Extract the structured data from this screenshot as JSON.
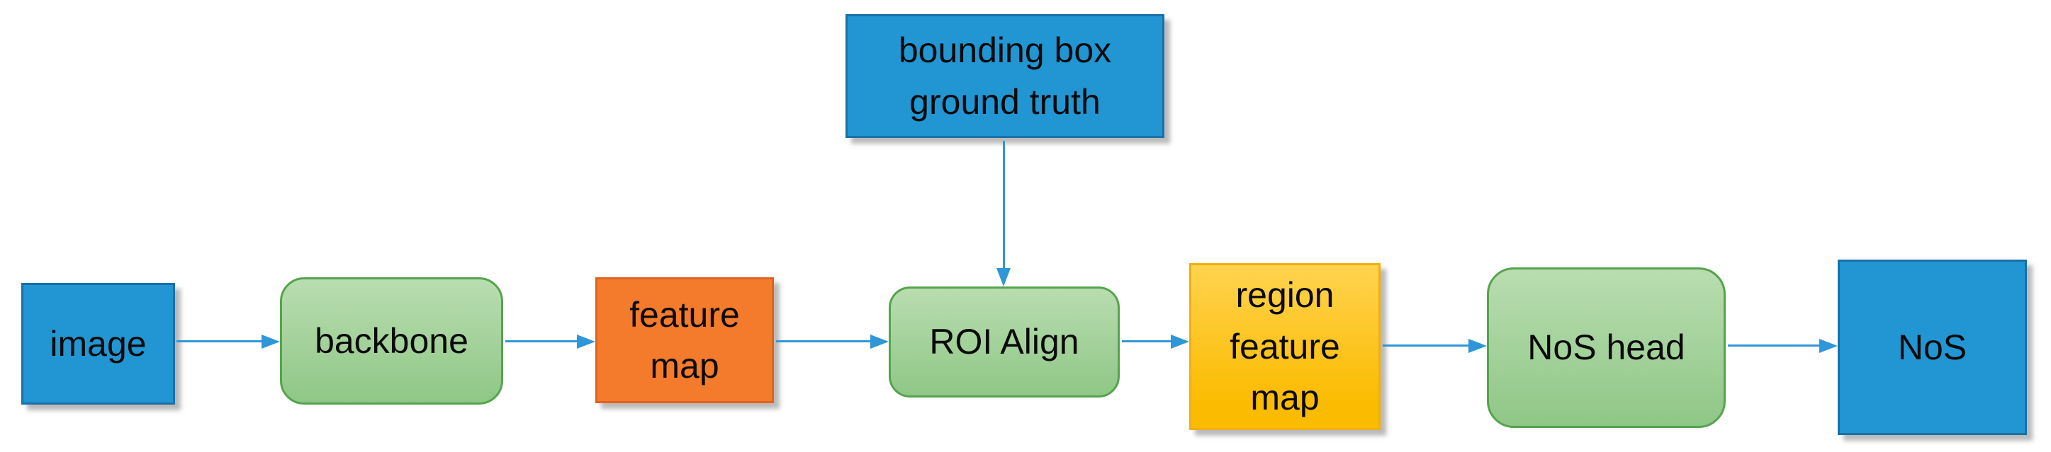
{
  "diagram": {
    "title": "NoS prediction pipeline flowchart",
    "nodes": {
      "image": {
        "label": "image",
        "shape": "rectangle",
        "color": "blue"
      },
      "backbone": {
        "label": "backbone",
        "shape": "rounded-rectangle",
        "color": "green"
      },
      "feature_map": {
        "label": "feature map",
        "shape": "rectangle",
        "color": "orange"
      },
      "bbox_ground_truth": {
        "label": "bounding box ground truth",
        "shape": "rectangle",
        "color": "blue"
      },
      "roi_align": {
        "label": "ROI Align",
        "shape": "rounded-rectangle",
        "color": "green"
      },
      "region_feature_map": {
        "label": "region feature map",
        "shape": "rectangle",
        "color": "yellow"
      },
      "nos_head": {
        "label": "NoS head",
        "shape": "rounded-rectangle",
        "color": "green"
      },
      "nos": {
        "label": "NoS",
        "shape": "rectangle",
        "color": "blue"
      }
    },
    "edges": [
      {
        "from": "image",
        "to": "backbone",
        "direction": "right"
      },
      {
        "from": "backbone",
        "to": "feature_map",
        "direction": "right"
      },
      {
        "from": "feature_map",
        "to": "roi_align",
        "direction": "right"
      },
      {
        "from": "bbox_ground_truth",
        "to": "roi_align",
        "direction": "down"
      },
      {
        "from": "roi_align",
        "to": "region_feature_map",
        "direction": "right"
      },
      {
        "from": "region_feature_map",
        "to": "nos_head",
        "direction": "right"
      },
      {
        "from": "nos_head",
        "to": "nos",
        "direction": "right"
      }
    ]
  },
  "colors": {
    "node_blue": "#2196d3",
    "node_blue_border": "#1a70a7",
    "node_green_top": "#b9ddb0",
    "node_green_bottom": "#8fc786",
    "node_green_border": "#56a34e",
    "node_orange": "#f47b2b",
    "node_orange_border": "#e2621d",
    "node_yellow_top": "#ffd34f",
    "node_yellow_bottom": "#fbbb00",
    "node_yellow_border": "#f0b00e",
    "arrow": "#2f96d8",
    "text": "#0a0a0a"
  }
}
